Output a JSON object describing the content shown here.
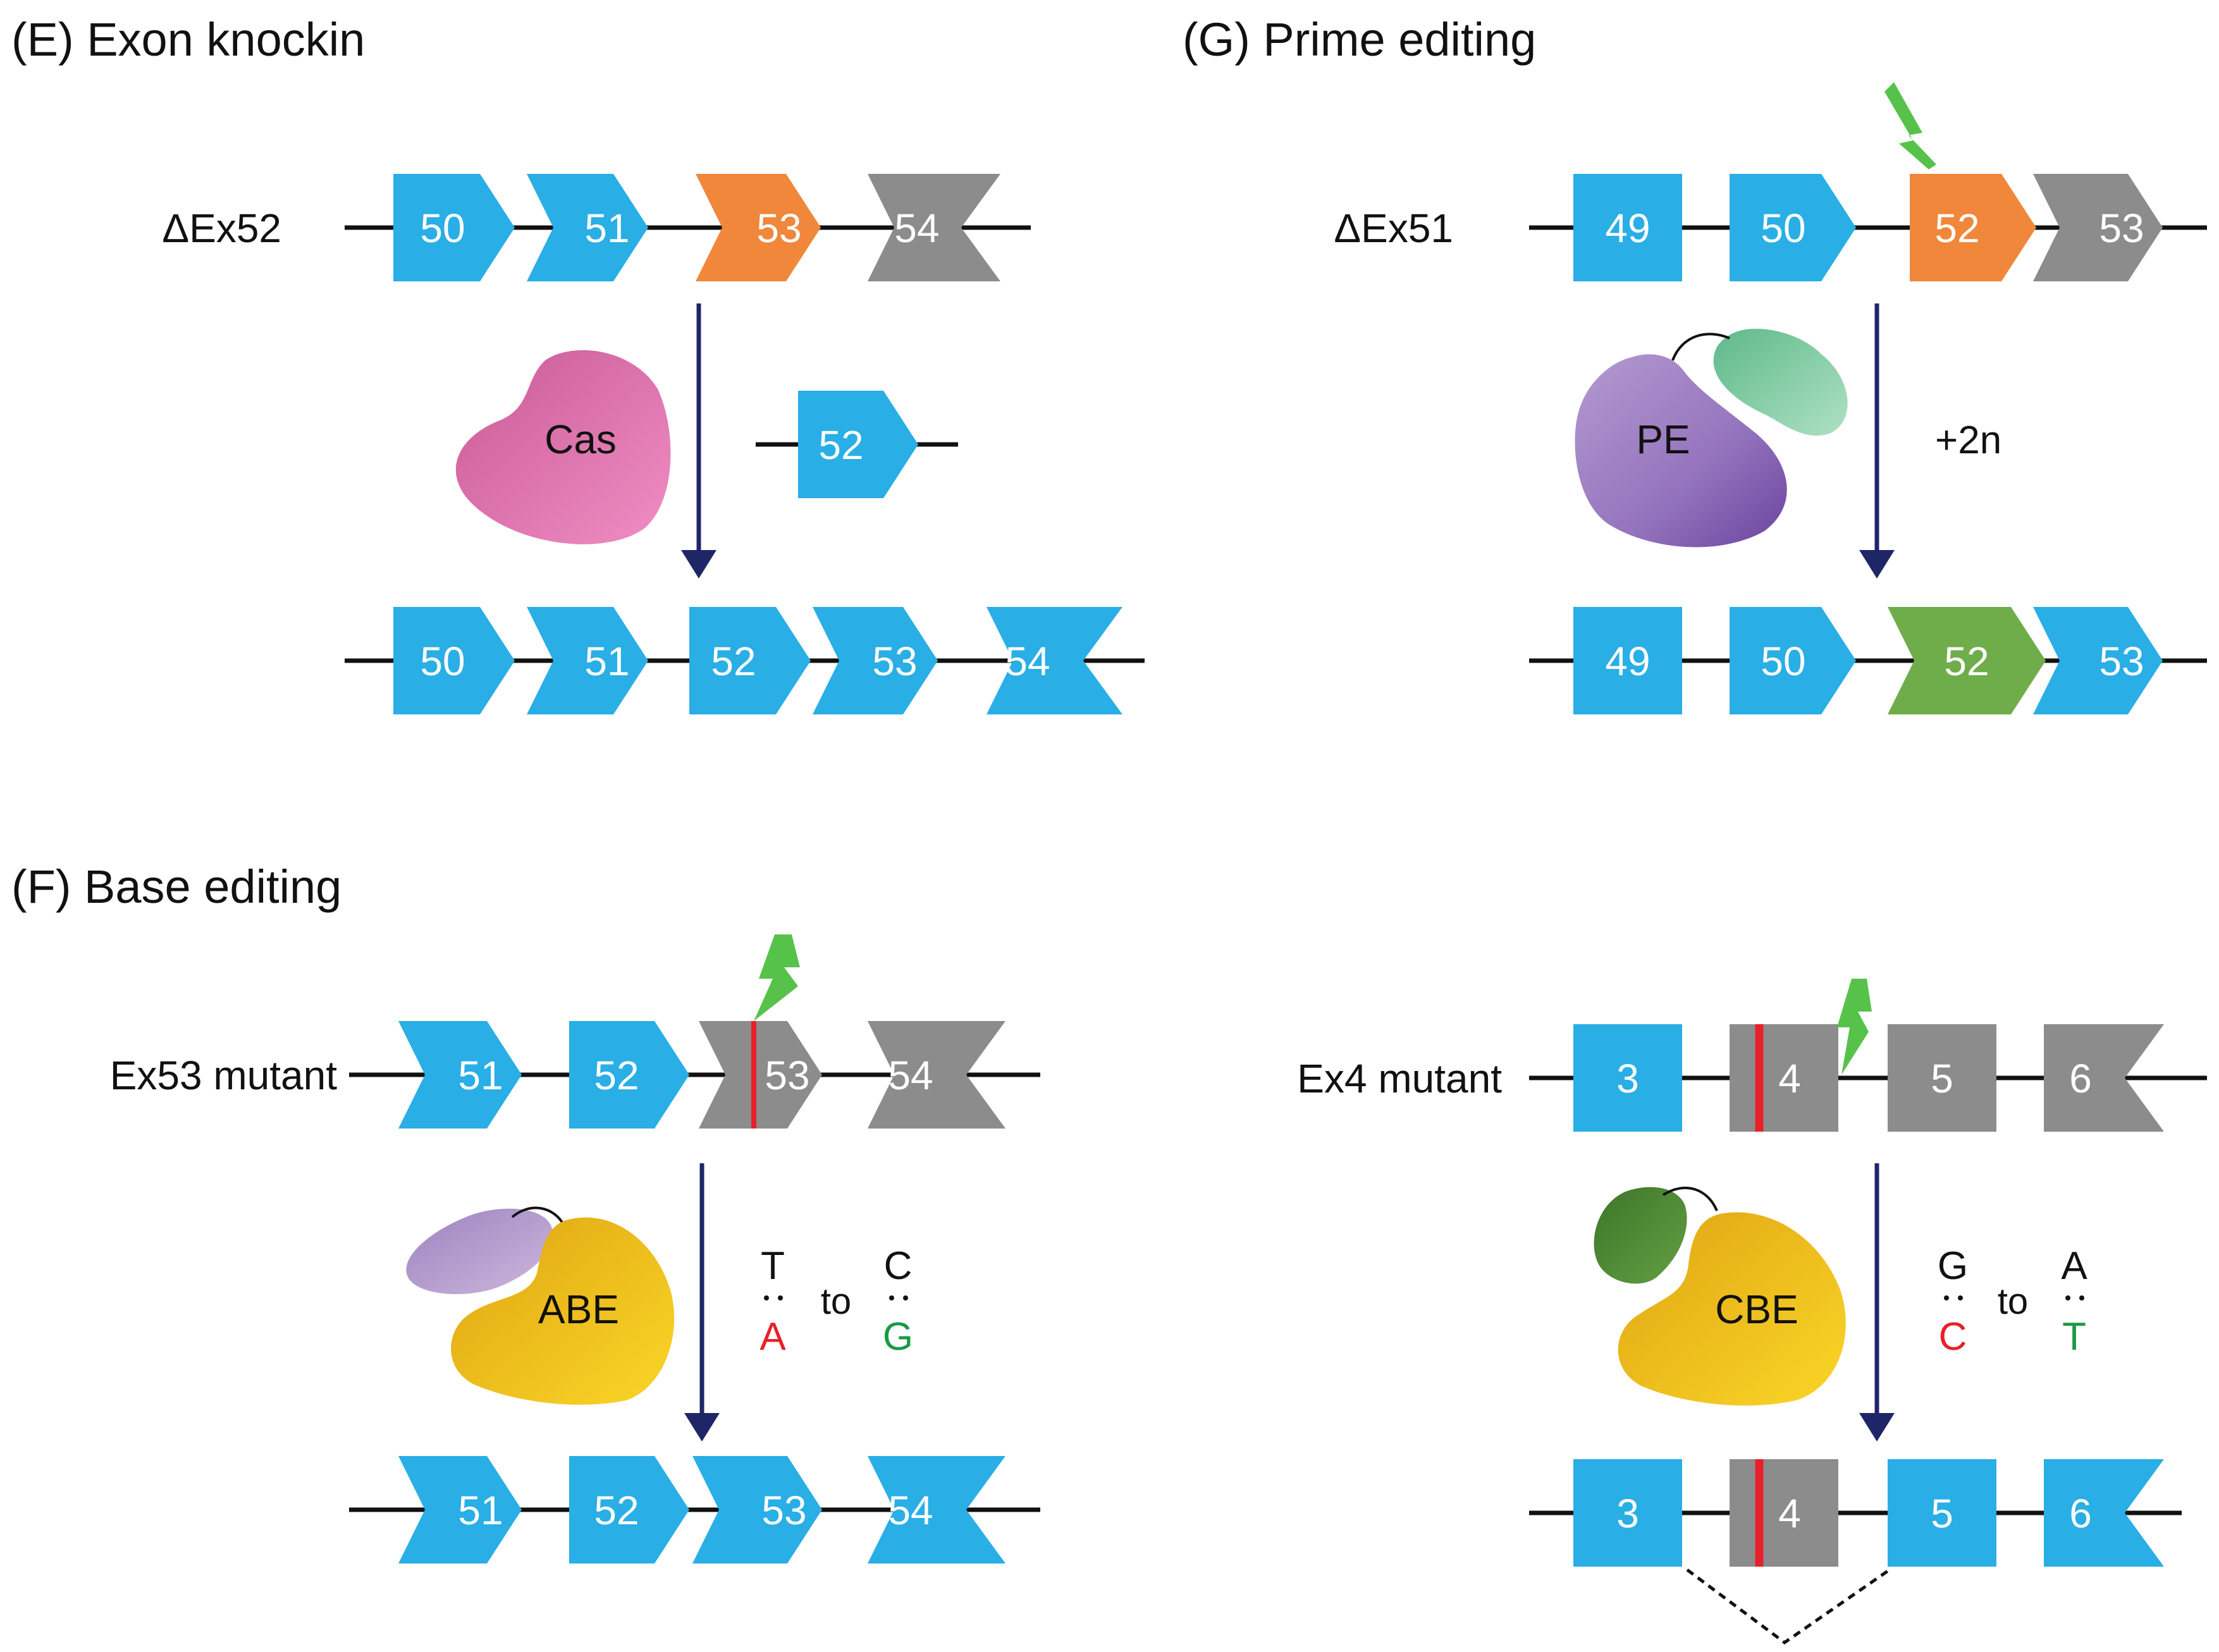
{
  "panels": {
    "E": {
      "title": "(E) Exon knockin",
      "row_label": "ΔEx52",
      "top_exons": [
        "50",
        "51",
        "53",
        "54"
      ],
      "enzyme": "Cas",
      "donor_exon": "52",
      "bottom_exons": [
        "50",
        "51",
        "52",
        "53",
        "54"
      ]
    },
    "G": {
      "title": "(G) Prime editing",
      "row_label": "ΔEx51",
      "top_exons": [
        "49",
        "50",
        "52",
        "53"
      ],
      "enzyme": "PE",
      "edit": "+2n",
      "bottom_exons": [
        "49",
        "50",
        "52",
        "53"
      ]
    },
    "F": {
      "title": "(F) Base editing",
      "abe": {
        "row_label": "Ex53 mutant",
        "top_exons": [
          "51",
          "52",
          "53",
          "54"
        ],
        "enzyme": "ABE",
        "from_top": "T",
        "from_bottom": "A",
        "to_word": "to",
        "to_top": "C",
        "to_bottom": "G",
        "bottom_exons": [
          "51",
          "52",
          "53",
          "54"
        ]
      },
      "cbe": {
        "row_label": "Ex4 mutant",
        "top_exons": [
          "3",
          "4",
          "5",
          "6"
        ],
        "enzyme": "CBE",
        "from_top": "G",
        "from_bottom": "C",
        "to_word": "to",
        "to_top": "A",
        "to_bottom": "T",
        "bottom_exons": [
          "3",
          "4",
          "5",
          "6"
        ]
      }
    }
  },
  "colors": {
    "exon_blue": "#29aee6",
    "exon_orange": "#f0873a",
    "exon_gray": "#8c8c8c",
    "exon_green": "#6fad4a",
    "arrow_navy": "#1f2668",
    "mutation_red": "#e8202a",
    "text_red": "#e8202a",
    "text_green": "#1a9a44",
    "bolt_green": "#56c24a",
    "cas_pink": "#e07fb6",
    "pe_purple": "#9a7cbf",
    "pe_mint": "#86cfa6",
    "abe_gold": "#efbd1f",
    "abe_lilac": "#b9a0cf",
    "cbe_darkgreen": "#4e8a36"
  }
}
